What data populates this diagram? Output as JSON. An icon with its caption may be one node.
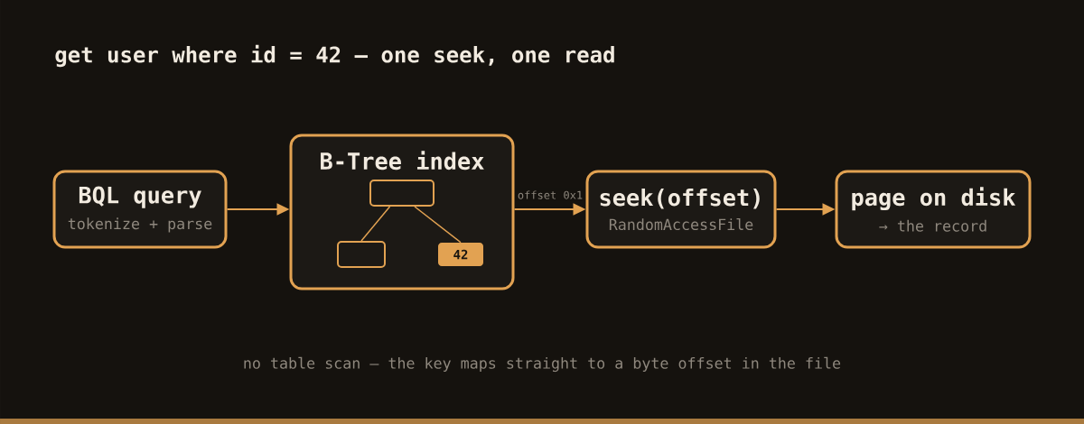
{
  "diagram": {
    "title": "get user where id = 42 — one seek, one read",
    "nodes": [
      {
        "text": [
          "BQL query",
          "tokenize + parse"
        ]
      },
      {
        "text": [
          "B-Tree index"
        ]
      },
      {
        "text": [],
        "shape": "box",
        "in": 1
      },
      {
        "text": [],
        "shape": "box",
        "in": 1
      },
      {
        "text": [
          "42"
        ],
        "in": 1
      },
      {
        "text": [
          "seek(offset)",
          "RandomAccessFile"
        ]
      },
      {
        "text": [
          "page on disk",
          "→ the record"
        ]
      }
    ],
    "edges": [
      {
        "from": 0,
        "to": 1,
        "arrow": "to"
      },
      {
        "from": 2,
        "to": 3,
        "arrow": "none"
      },
      {
        "from": 2,
        "to": 4,
        "arrow": "none"
      },
      {
        "from": 1,
        "to": 5,
        "arrow": "to",
        "label": "offset 0x1"
      },
      {
        "from": 5,
        "to": 6,
        "arrow": "to"
      }
    ],
    "caption": "no table scan — the key maps straight to a byte offset in the file"
  }
}
